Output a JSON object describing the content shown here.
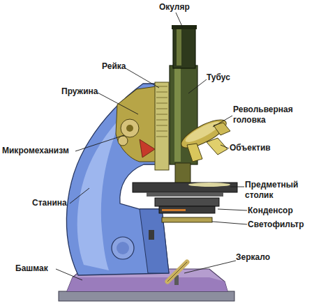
{
  "diagram": {
    "labels": [
      "Окуляр",
      "Рейка",
      "Тубус",
      "Пружина",
      "Револьверная головка",
      "Объектив",
      "Микромеханизм",
      "Предметный столик",
      "Станина",
      "Конденсор",
      "Светофильтр",
      "Зеркало",
      "Башмак"
    ]
  }
}
